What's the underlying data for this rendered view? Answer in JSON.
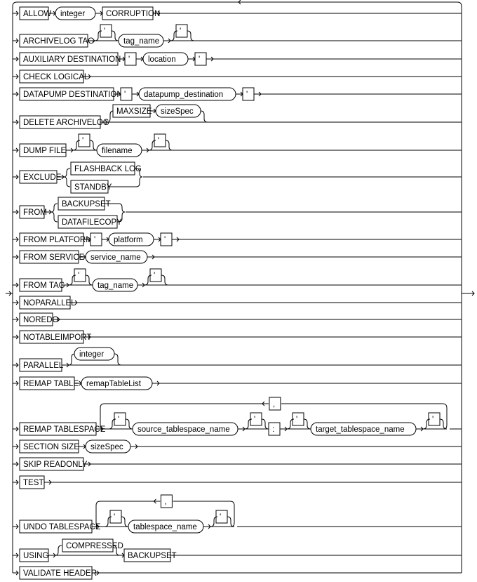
{
  "rows": [
    {
      "id": "allow",
      "main": [
        {
          "t": "k",
          "s": "ALLOW"
        },
        {
          "t": "n",
          "s": "integer"
        },
        {
          "t": "k",
          "s": "CORRUPTION"
        }
      ]
    },
    {
      "id": "archivelog-tag",
      "main": [
        {
          "t": "k",
          "s": "ARCHIVELOG TAG"
        },
        {
          "t": "k",
          "s": "'",
          "opt": true
        },
        {
          "t": "n",
          "s": "tag_name"
        },
        {
          "t": "k",
          "s": "'",
          "opt": true
        }
      ]
    },
    {
      "id": "auxiliary-destination",
      "main": [
        {
          "t": "k",
          "s": "AUXILIARY DESTINATION"
        },
        {
          "t": "k",
          "s": "'"
        },
        {
          "t": "n",
          "s": "location"
        },
        {
          "t": "k",
          "s": "'"
        }
      ]
    },
    {
      "id": "check-logical",
      "main": [
        {
          "t": "k",
          "s": "CHECK LOGICAL"
        }
      ]
    },
    {
      "id": "datapump-destination",
      "main": [
        {
          "t": "k",
          "s": "DATAPUMP DESTINATION"
        },
        {
          "t": "k",
          "s": "'"
        },
        {
          "t": "n",
          "s": "datapump_destination"
        },
        {
          "t": "k",
          "s": "'"
        }
      ]
    },
    {
      "id": "delete-archivelog",
      "main": [
        {
          "t": "k",
          "s": "DELETE ARCHIVELOG"
        }
      ],
      "optgroup": [
        {
          "t": "k",
          "s": "MAXSIZE"
        },
        {
          "t": "n",
          "s": "sizeSpec"
        }
      ]
    },
    {
      "id": "dump-file",
      "main": [
        {
          "t": "k",
          "s": "DUMP FILE"
        },
        {
          "t": "k",
          "s": "'",
          "opt": true
        },
        {
          "t": "n",
          "s": "filename"
        },
        {
          "t": "k",
          "s": "'",
          "opt": true
        }
      ]
    },
    {
      "id": "exclude",
      "main": [
        {
          "t": "k",
          "s": "EXCLUDE"
        }
      ],
      "choice": [
        "FLASHBACK LOG",
        "STANDBY"
      ]
    },
    {
      "id": "from",
      "main": [
        {
          "t": "k",
          "s": "FROM"
        }
      ],
      "choice": [
        "BACKUPSET",
        "DATAFILECOPY"
      ]
    },
    {
      "id": "from-platform",
      "main": [
        {
          "t": "k",
          "s": "FROM PLATFORM"
        },
        {
          "t": "k",
          "s": "'"
        },
        {
          "t": "n",
          "s": "platform"
        },
        {
          "t": "k",
          "s": "'"
        }
      ]
    },
    {
      "id": "from-service",
      "main": [
        {
          "t": "k",
          "s": "FROM SERVICE"
        },
        {
          "t": "n",
          "s": "service_name"
        }
      ]
    },
    {
      "id": "from-tag",
      "main": [
        {
          "t": "k",
          "s": "FROM TAG"
        },
        {
          "t": "k",
          "s": "'",
          "opt": true
        },
        {
          "t": "n",
          "s": "tag_name"
        },
        {
          "t": "k",
          "s": "'",
          "opt": true
        }
      ]
    },
    {
      "id": "noparallel",
      "main": [
        {
          "t": "k",
          "s": "NOPARALLEL"
        }
      ]
    },
    {
      "id": "noredo",
      "main": [
        {
          "t": "k",
          "s": "NOREDO"
        }
      ]
    },
    {
      "id": "notableimport",
      "main": [
        {
          "t": "k",
          "s": "NOTABLEIMPORT"
        }
      ]
    },
    {
      "id": "parallel",
      "main": [
        {
          "t": "k",
          "s": "PARALLEL"
        }
      ],
      "optgroup": [
        {
          "t": "n",
          "s": "integer"
        }
      ]
    },
    {
      "id": "remap-table",
      "main": [
        {
          "t": "k",
          "s": "REMAP TABLE"
        },
        {
          "t": "n",
          "s": "remapTableList"
        }
      ]
    },
    {
      "id": "remap-tablespace",
      "main": [
        {
          "t": "k",
          "s": "REMAP TABLESPACE"
        },
        {
          "t": "k",
          "s": "'",
          "opt": true
        },
        {
          "t": "n",
          "s": "source_tablespace_name"
        },
        {
          "t": "k",
          "s": "'",
          "opt": true
        },
        {
          "t": "k",
          "s": ":"
        },
        {
          "t": "k",
          "s": "'",
          "opt": true
        },
        {
          "t": "n",
          "s": "target_tablespace_name"
        },
        {
          "t": "k",
          "s": "'",
          "opt": true
        }
      ],
      "repeat": ","
    },
    {
      "id": "section-size",
      "main": [
        {
          "t": "k",
          "s": "SECTION SIZE"
        },
        {
          "t": "n",
          "s": "sizeSpec"
        }
      ]
    },
    {
      "id": "skip-readonly",
      "main": [
        {
          "t": "k",
          "s": "SKIP READONLY"
        }
      ]
    },
    {
      "id": "test",
      "main": [
        {
          "t": "k",
          "s": "TEST"
        }
      ]
    },
    {
      "id": "undo-tablespace",
      "main": [
        {
          "t": "k",
          "s": "UNDO TABLESPACE"
        },
        {
          "t": "k",
          "s": "'",
          "opt": true
        },
        {
          "t": "n",
          "s": "tablespace_name"
        },
        {
          "t": "k",
          "s": "'",
          "opt": true
        }
      ],
      "repeat": ","
    },
    {
      "id": "using",
      "main": [
        {
          "t": "k",
          "s": "USING"
        }
      ],
      "optbefore": "COMPRESSED",
      "after": "BACKUPSET"
    },
    {
      "id": "validate-header",
      "main": [
        {
          "t": "k",
          "s": "VALIDATE HEADER"
        }
      ]
    }
  ]
}
